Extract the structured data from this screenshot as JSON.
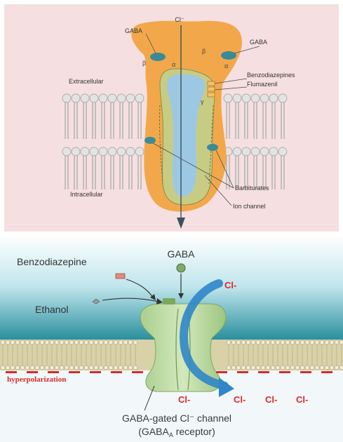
{
  "top_panel": {
    "background": "#f6dfe0",
    "labels": {
      "cl_top": "Cl⁻",
      "gaba_left": "GABA",
      "gaba_right": "GABA",
      "benzodiazepines": "Benzodiazepines",
      "flumazenil": "Flumazenil",
      "extracellular": "Extracellular",
      "intracellular": "Intracellular",
      "barbiturates": "Barbiturates",
      "ion_channel": "Ion channel"
    },
    "subunits": {
      "beta_left": "β",
      "alpha_center": "α",
      "beta_right": "β",
      "alpha_right": "α",
      "gamma": "γ"
    }
  },
  "bottom_panel": {
    "labels": {
      "gaba": "GABA",
      "benzodiazepine": "Benzodiazepine",
      "ethanol": "Ethanol",
      "cl_flow": "Cl-",
      "hyperpolarization": "hyperpolarization",
      "channel_line1": "GABA-gated Cl⁻ channel",
      "channel_line2_a": "(GABA",
      "channel_line2_sub": "A",
      "channel_line2_b": " receptor)"
    },
    "cl_ions": [
      "Cl-",
      "Cl-",
      "Cl-",
      "Cl-"
    ],
    "colors": {
      "membrane_top": "#0f7f8f",
      "membrane_bottom": "#6fc3d0",
      "lower_bg": "#e8f3f6",
      "channel": "#b6d59b",
      "arrow": "#2f86c8",
      "accent_red": "#e0262a"
    }
  }
}
